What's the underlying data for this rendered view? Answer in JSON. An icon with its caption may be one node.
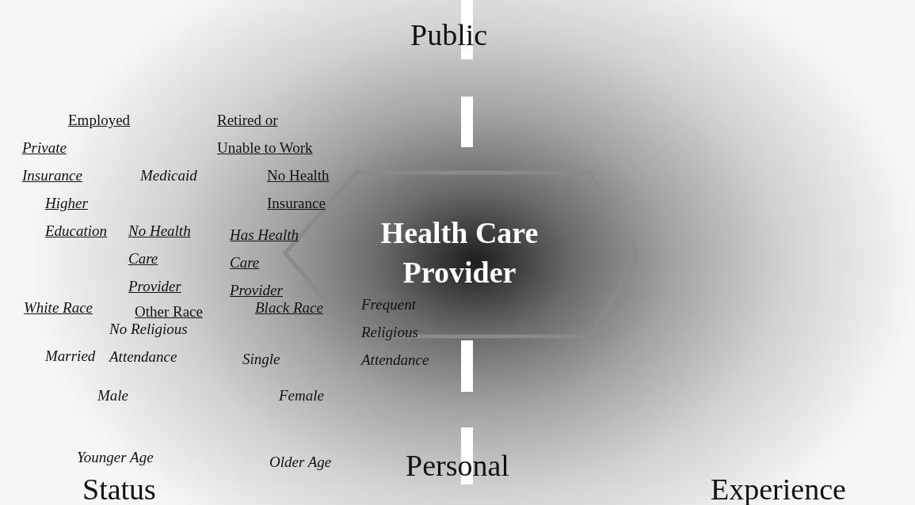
{
  "diagram": {
    "nodes": [
      {
        "text": [
          "Health Care Provider"
        ]
      }
    ],
    "labels": [
      "Public",
      "Employed",
      "Retired or Unable to Work",
      "Private Insurance",
      "Medicaid",
      "No Health Insurance",
      "Higher Education",
      "No Health Care Provider",
      "Has Health Care Provider",
      "White Race",
      "Other Race",
      "Black Race",
      "Frequent Religious Attendance",
      "No Religious Attendance",
      "Married",
      "Single",
      "Male",
      "Female",
      "Younger Age",
      "Older Age",
      "Personal",
      "Status",
      "Experience"
    ]
  }
}
